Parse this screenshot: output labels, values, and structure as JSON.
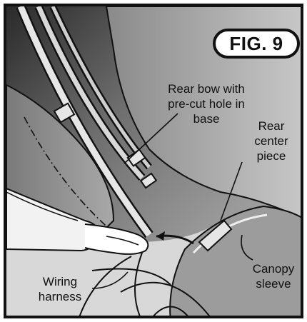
{
  "figure": {
    "badge": "FIG. 9",
    "labels": {
      "rear_bow": "Rear bow with\npre-cut hole in\nbase",
      "rear_center_piece": "Rear\ncenter\npiece",
      "canopy_sleeve": "Canopy\nsleeve",
      "wiring_harness": "Wiring\nharness"
    }
  }
}
